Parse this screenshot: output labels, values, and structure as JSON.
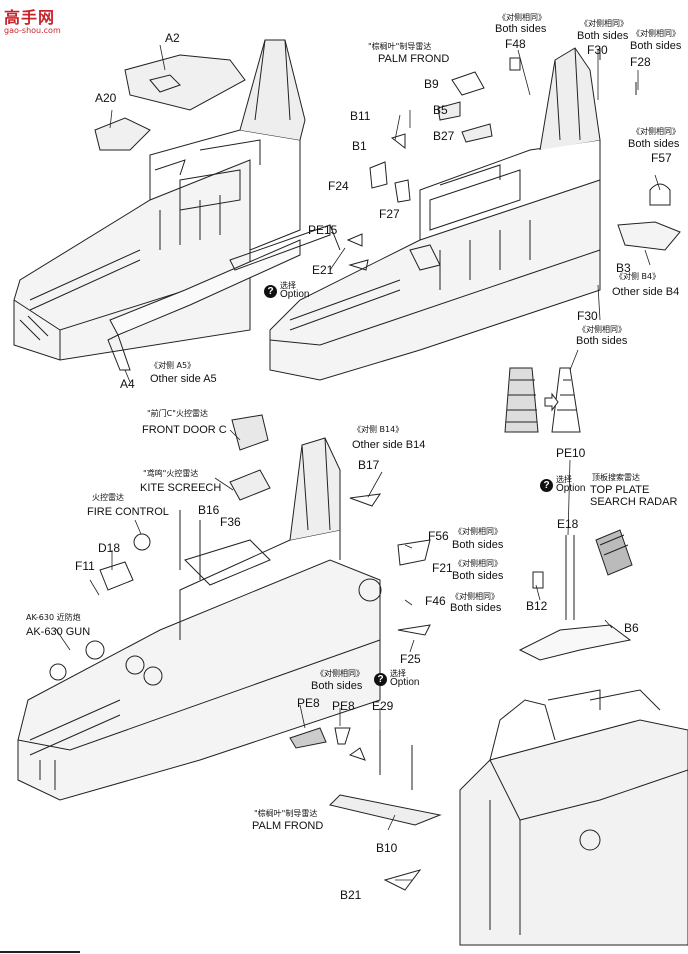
{
  "watermark": {
    "mark": "高手网",
    "url": "gao-shou.com"
  },
  "labels": {
    "A2": "A2",
    "A20": "A20",
    "A4": "A4",
    "A5": "《对侧 A5》",
    "A5_en": "Other side A5",
    "PE15": "PE15",
    "E21": "E21",
    "palm1_cn": "\"棕榈叶\"制导雷达",
    "palm1_en": "PALM FROND",
    "F48_cn": "《对侧相同》",
    "F48_en": "Both sides",
    "F48": "F48",
    "F30a_cn": "《对侧相同》",
    "F30a_en": "Both sides",
    "F30a": "F30",
    "F28_cn": "《对侧相同》",
    "F28_en": "Both sides",
    "F28": "F28",
    "B9": "B9",
    "B11": "B11",
    "B5": "B5",
    "B27": "B27",
    "B1": "B1",
    "F57_cn": "《对侧相同》",
    "F57_en": "Both sides",
    "F57": "F57",
    "F24": "F24",
    "F27": "F27",
    "B3": "B3",
    "B4_cn": "《对侧 B4》",
    "B4_en": "Other side B4",
    "F30b": "F30",
    "F30b_cn": "《对侧相同》",
    "F30b_en": "Both sides",
    "front_cn": "\"前门C\"火控雷达",
    "front_en": "FRONT DOOR C",
    "kite_cn": "\"鸢鸣\"火控雷达",
    "kite_en": "KITE SCREECH",
    "fire_cn": "火控雷达",
    "fire_en": "FIRE CONTROL",
    "B16": "B16",
    "F36": "F36",
    "D18": "D18",
    "F11": "F11",
    "ak_cn": "AK-630  近防炮",
    "ak_en": "AK-630 GUN",
    "B14_cn": "《对侧 B14》",
    "B14_en": "Other side B14",
    "B17": "B17",
    "F56": "F56",
    "F56_cn": "《对侧相同》",
    "F56_en": "Both sides",
    "F21": "F21",
    "F21_cn": "《对侧相同》",
    "F21_en": "Both sides",
    "F46": "F46",
    "F46_cn": "《对侧相同》",
    "F46_en": "Both sides",
    "F25": "F25",
    "PE10": "PE10",
    "top_cn": "顶板搜索雷达",
    "top_en1": "TOP PLATE",
    "top_en2": "SEARCH RADAR",
    "E18": "E18",
    "B12": "B12",
    "B6": "B6",
    "both_cn": "《对侧相同》",
    "both_en": "Both sides",
    "PE8a": "PE8",
    "PE8b": "PE8",
    "E29": "E29",
    "palm2_cn": "\"棕榈叶\"制导雷达",
    "palm2_en": "PALM FROND",
    "B10": "B10",
    "B21": "B21"
  },
  "option": {
    "cn": "选择",
    "en": "Option",
    "symbol": "?"
  }
}
